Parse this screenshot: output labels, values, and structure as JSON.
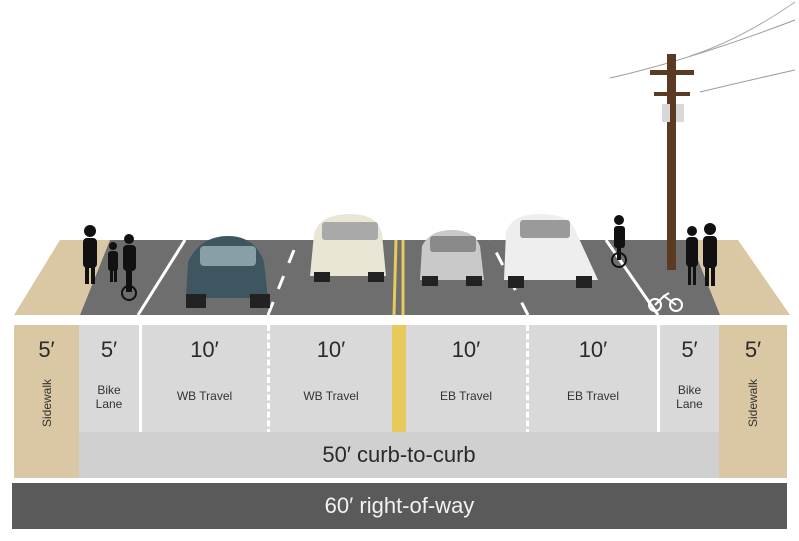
{
  "columns": [
    {
      "key": "sidewalk-west",
      "dim": "5′",
      "label": "Sidewalk",
      "vertical": true
    },
    {
      "key": "bike-west",
      "dim": "5′",
      "label": "Bike\nLane"
    },
    {
      "key": "wb-travel-1",
      "dim": "10′",
      "label": "WB Travel"
    },
    {
      "key": "wb-travel-2",
      "dim": "10′",
      "label": "WB Travel"
    },
    {
      "key": "eb-travel-1",
      "dim": "10′",
      "label": "EB Travel"
    },
    {
      "key": "eb-travel-2",
      "dim": "10′",
      "label": "EB Travel"
    },
    {
      "key": "bike-east",
      "dim": "5′",
      "label": "Bike\nLane"
    },
    {
      "key": "sidewalk-east",
      "dim": "5′",
      "label": "Sidewalk",
      "vertical": true
    }
  ],
  "curb_to_curb": "50′ curb-to-curb",
  "right_of_way": "60′ right-of-way",
  "colors": {
    "sidewalk": "#d9c8a3",
    "lane_band": "#d9d9d9",
    "asphalt": "#6e6e6e",
    "center_line": "#e8c95c",
    "row_bar": "#5a5a5a"
  }
}
